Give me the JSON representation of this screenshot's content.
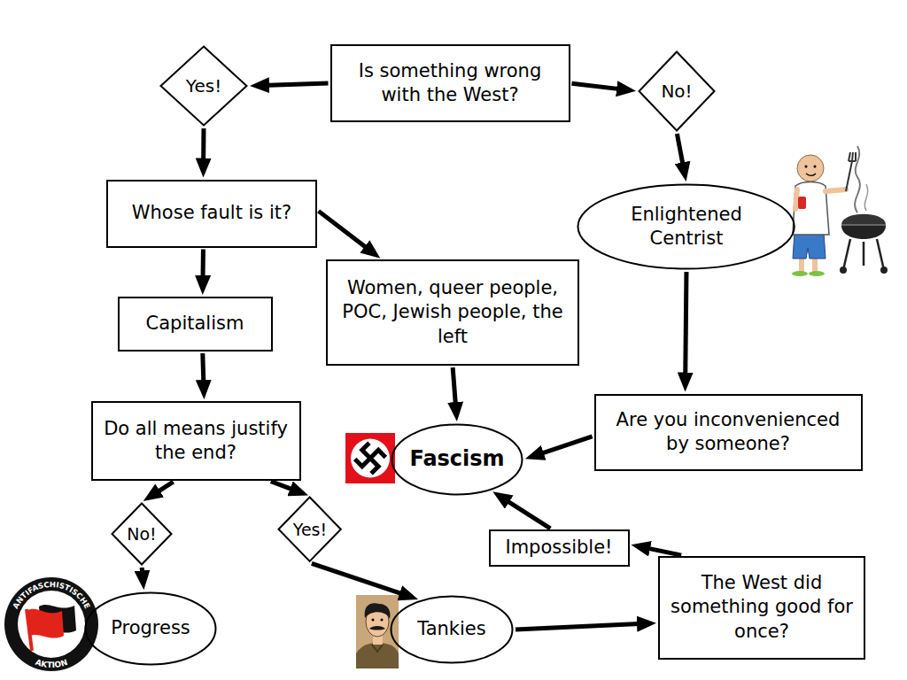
{
  "diagram": {
    "nodes": [
      {
        "text": [
          "Is something wrong with the West?"
        ]
      },
      {
        "text": [
          "Yes!"
        ]
      },
      {
        "text": [
          "No!"
        ]
      },
      {
        "text": [
          "Whose fault is it?"
        ]
      },
      {
        "text": [
          "Enlightened Centrist"
        ]
      },
      {
        "text": [
          "Capitalism"
        ]
      },
      {
        "text": [
          "Women, queer people, POC, Jewish people, the left"
        ]
      },
      {
        "text": [
          "Do all means justify the end?"
        ]
      },
      {
        "text": [
          "Fascism"
        ]
      },
      {
        "text": [
          "Are you inconvenienced by someone?"
        ]
      },
      {
        "text": [
          "No!"
        ]
      },
      {
        "text": [
          "Yes!"
        ]
      },
      {
        "text": [
          "Impossible!"
        ]
      },
      {
        "text": [
          "The West did something good for once?"
        ]
      },
      {
        "text": [
          "Progress"
        ]
      },
      {
        "text": [
          "Tankies"
        ]
      }
    ],
    "edges": [
      {
        "from": 0,
        "to": 1,
        "arrow": "to"
      },
      {
        "from": 0,
        "to": 2,
        "arrow": "to"
      },
      {
        "from": 1,
        "to": 3,
        "arrow": "to"
      },
      {
        "from": 2,
        "to": 4,
        "arrow": "to"
      },
      {
        "from": 3,
        "to": 5,
        "arrow": "to"
      },
      {
        "from": 3,
        "to": 6,
        "arrow": "to"
      },
      {
        "from": 5,
        "to": 7,
        "arrow": "to"
      },
      {
        "from": 6,
        "to": 8,
        "arrow": "to"
      },
      {
        "from": 4,
        "to": 9,
        "arrow": "to"
      },
      {
        "from": 9,
        "to": 8,
        "arrow": "to"
      },
      {
        "from": 7,
        "to": 10,
        "arrow": "to"
      },
      {
        "from": 7,
        "to": 11,
        "arrow": "to"
      },
      {
        "from": 10,
        "to": 14,
        "arrow": "to"
      },
      {
        "from": 11,
        "to": 15,
        "arrow": "to"
      },
      {
        "from": 15,
        "to": 13,
        "arrow": "to"
      },
      {
        "from": 13,
        "to": 12,
        "arrow": "to"
      },
      {
        "from": 12,
        "to": 8,
        "arrow": "to"
      }
    ],
    "labels": [
      "ANTIFASCHISTISCHE",
      "AKTION"
    ]
  }
}
